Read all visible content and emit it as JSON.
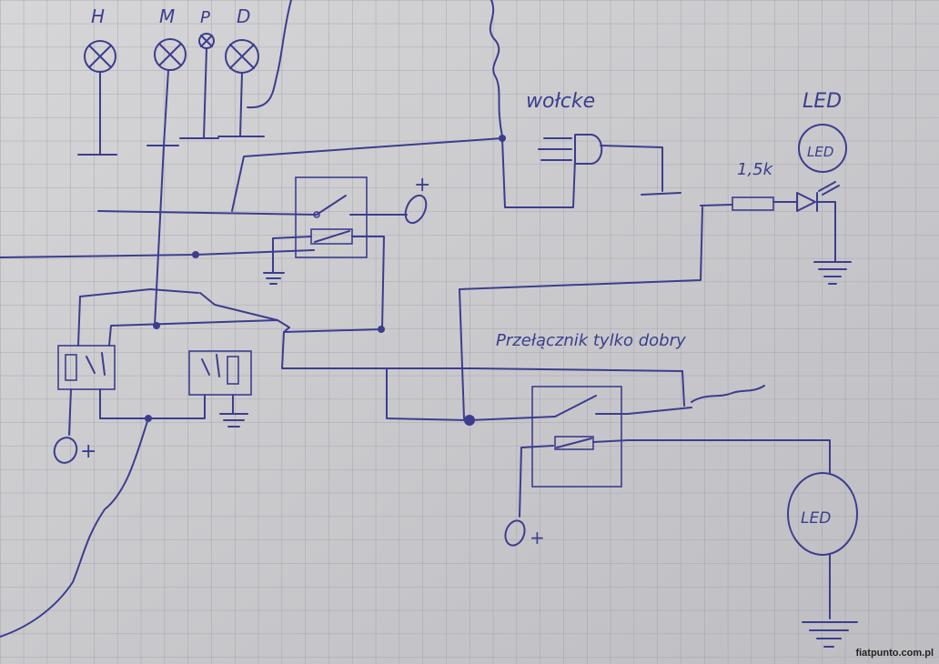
{
  "labels": {
    "lamp_h": "H",
    "lamp_m": "M",
    "lamp_p": "P",
    "lamp_d": "D",
    "horn": "wołcke",
    "led_title": "LED",
    "resistor": "1,5k",
    "switch_label": "Przełącznik tylko dobry",
    "plus": "+",
    "plus_left": "+",
    "plus_bottom": "+",
    "led_symbol_top": "LED",
    "led_symbol_bottom": "LED"
  },
  "watermark": "fiatpunto.com.pl",
  "colors": {
    "ink": "#3c3d8e",
    "paper": "#cfcfd2",
    "grid": "#9a9aa8"
  }
}
